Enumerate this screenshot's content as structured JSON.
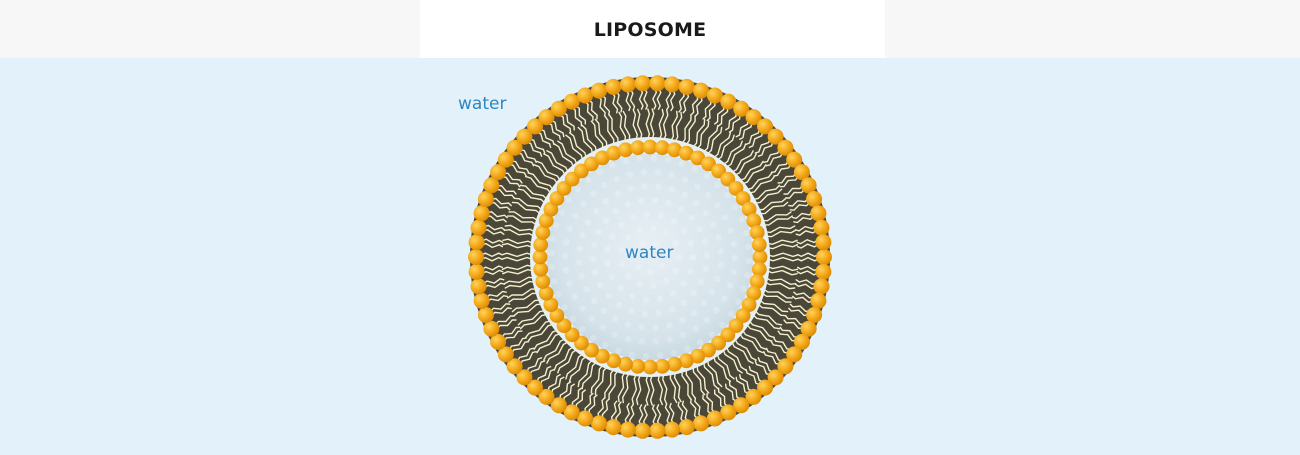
{
  "title": "LIPOSOME",
  "labels": {
    "outer_water": "water",
    "inner_water": "water"
  },
  "colors": {
    "background": "#e3f1fa",
    "lipid_head": "#f2a516",
    "lipid_tail": "#f3efcf",
    "bilayer_core": "#4a4638",
    "water_label": "#2e86c1",
    "core_fill": "#dde8ee"
  }
}
